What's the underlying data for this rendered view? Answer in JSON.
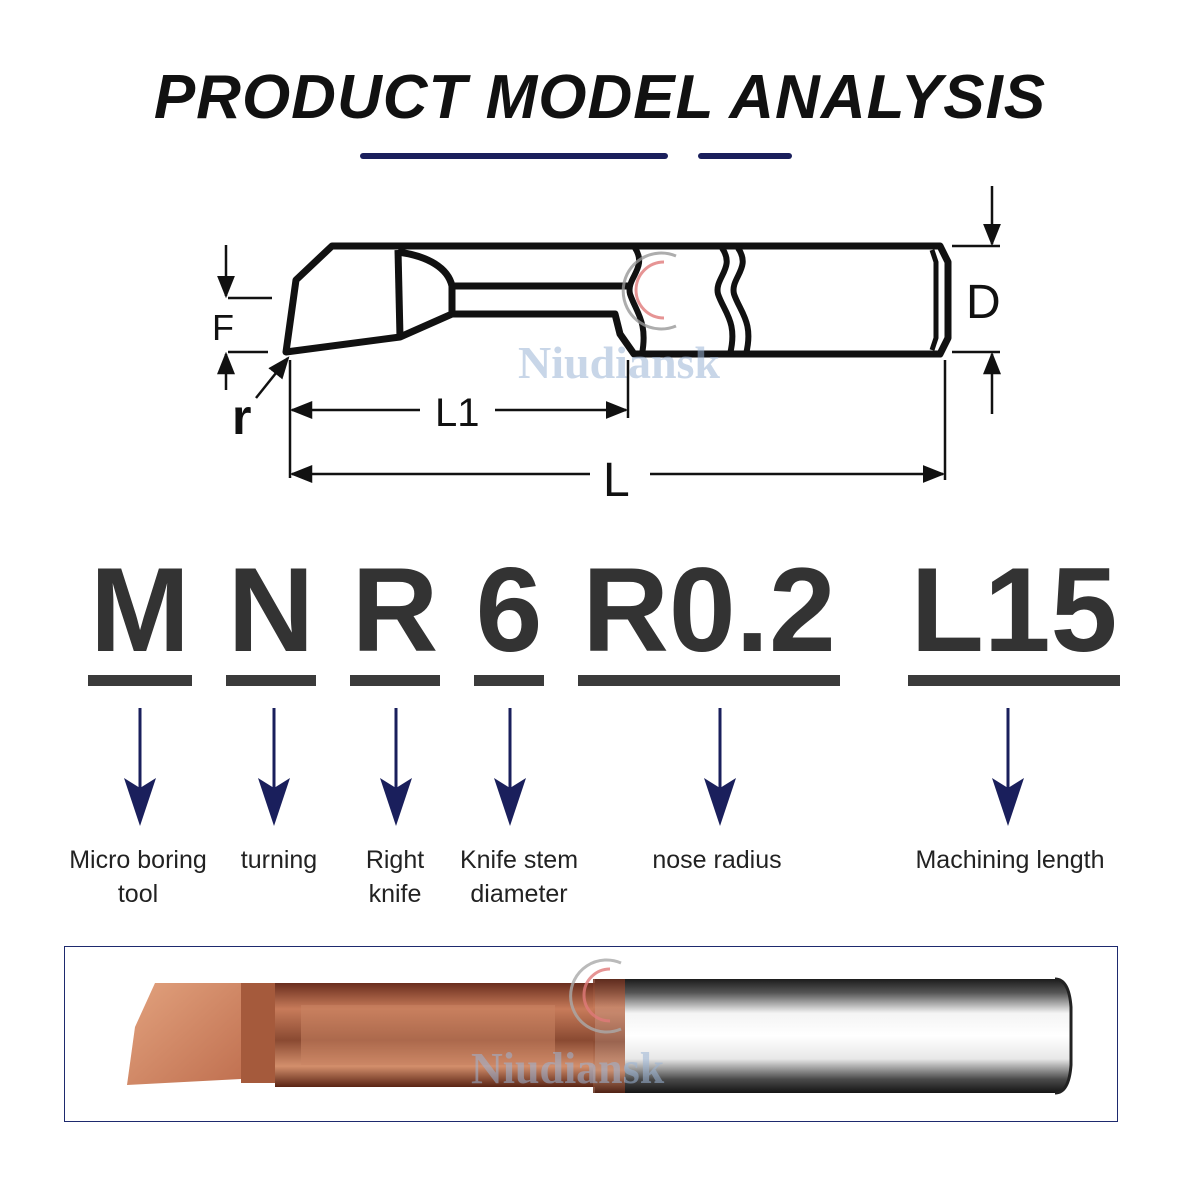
{
  "title": "PRODUCT MODEL ANALYSIS",
  "watermark": "Niudiansk",
  "diagram_labels": {
    "F": "F",
    "r": "r",
    "L1": "L1",
    "L": "L",
    "D": "D"
  },
  "model_parts": [
    {
      "code": "M",
      "meaning": "Micro boring\ntool"
    },
    {
      "code": "N",
      "meaning": "turning"
    },
    {
      "code": "R",
      "meaning": "Right\nknife"
    },
    {
      "code": "6",
      "meaning": "Knife stem\ndiameter"
    },
    {
      "code": "R0.2",
      "meaning": "nose radius"
    },
    {
      "code": "L15",
      "meaning": "Machining length"
    }
  ],
  "colors": {
    "accent": "#1a1f5c",
    "text": "#333333",
    "coating": "#b56a4a",
    "shank": "#3a3a3a"
  }
}
